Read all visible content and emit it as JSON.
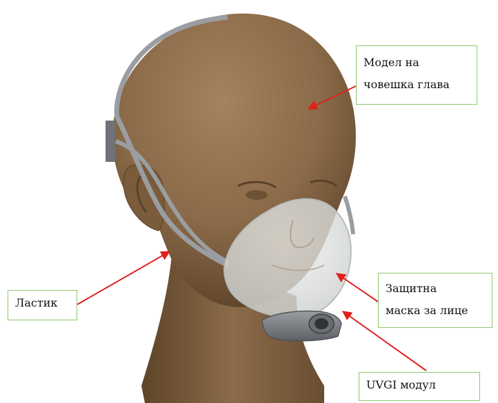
{
  "labels": {
    "head_model": {
      "line1": "Модел на",
      "line2": "човешка глава"
    },
    "elastic": "Ластик",
    "face_mask": {
      "line1": "Защитна",
      "line2": "маска за лице"
    },
    "uvgi": "UVGI модул"
  },
  "colors": {
    "box_border": "#8dc96b",
    "arrow": "#e0201b",
    "skin": "#8a6a48",
    "mask": "#d8dcda",
    "strap": "#9a9ea2",
    "module": "#7d8185"
  }
}
